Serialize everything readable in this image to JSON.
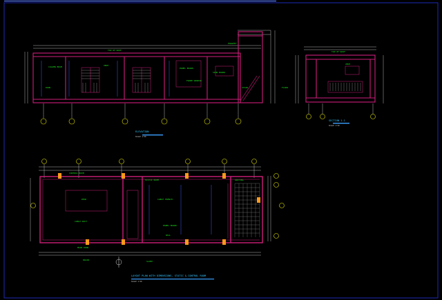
{
  "drawing": {
    "elevation_title": "ELEVATION",
    "elevation_scale": "SCALE 1:50",
    "section_title": "SECTION 1-1",
    "section_scale": "SCALE 1:50",
    "plan_title": "LAYOUT PLAN WITH DIMENSIONS, STATIC & CONTROL ROOM",
    "plan_scale": "SCALE 1:50",
    "colors": {
      "frame": "#1e2ab8",
      "wall": "#d01e7c",
      "dims": "#e6e6e6",
      "text": "#1ee61e",
      "grid": "#e6e600",
      "orange": "#ff9a1a",
      "cyan": "#36c6ff"
    }
  }
}
